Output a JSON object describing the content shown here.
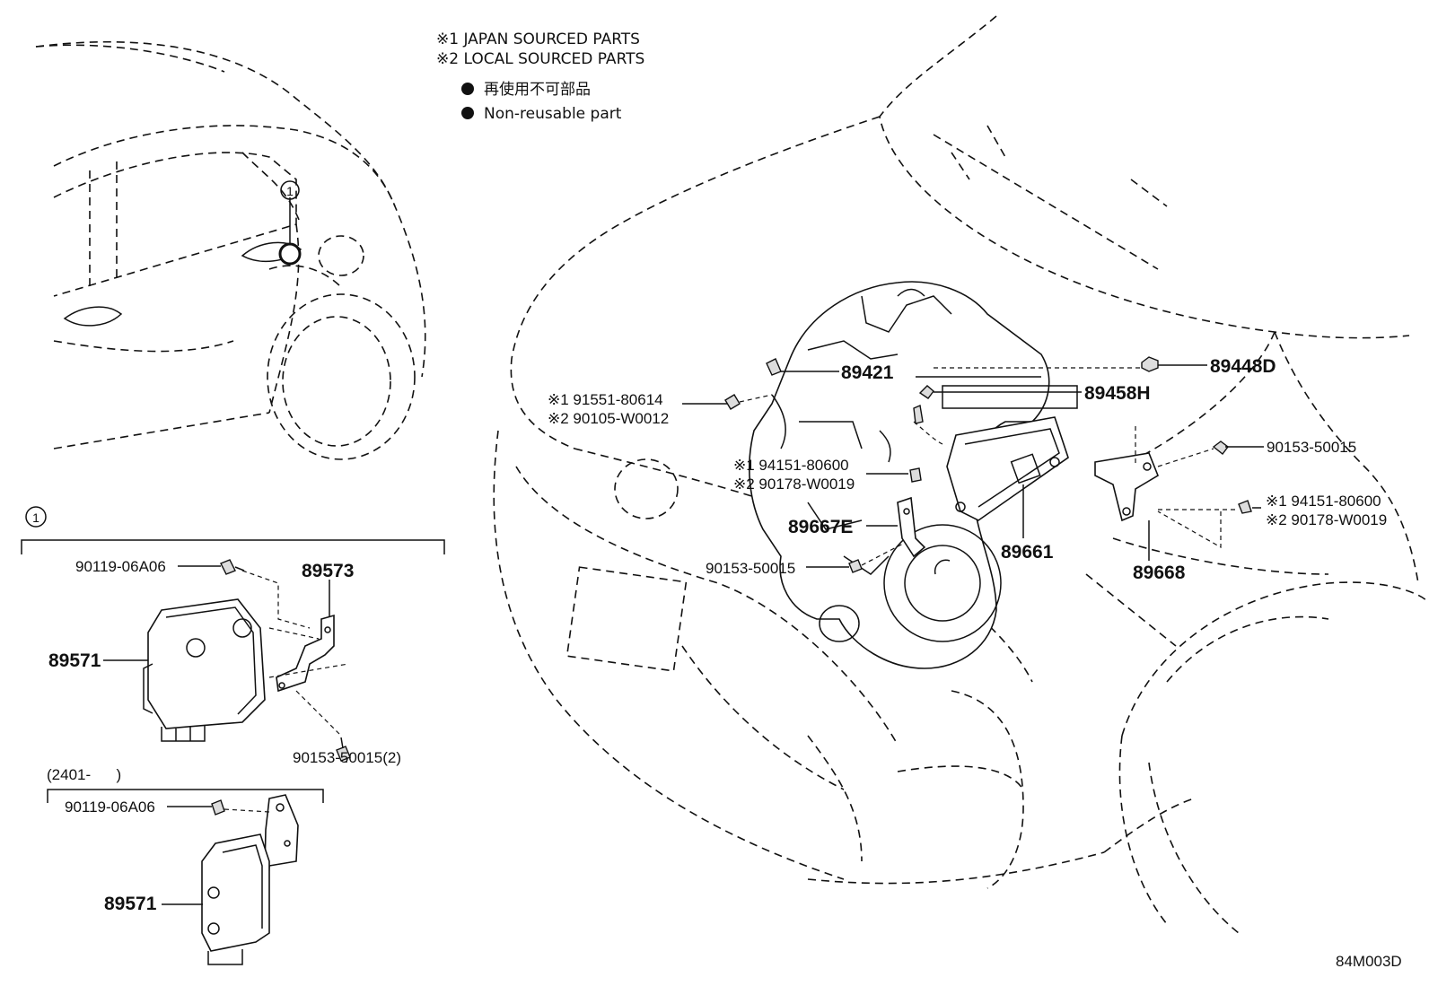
{
  "legend": {
    "note1": "※1 JAPAN SOURCED PARTS",
    "note2": "※2 LOCAL SOURCED PARTS",
    "nonreusable_jp": "再使用不可部品",
    "nonreusable_en": "Non-reusable part"
  },
  "callout": {
    "ref": "1"
  },
  "detail_ref": "1",
  "date_range": "(2401-      )",
  "parts": {
    "p89421": "89421",
    "p89448D": "89448D",
    "p89458H": "89458H",
    "p91551": "※1 91551-80614",
    "p90105": "※2 90105-W0012",
    "p94151a": "※1 94151-80600",
    "p90178a": "※2 90178-W0019",
    "p89667E": "89667E",
    "p90153b": "90153-50015",
    "p89661": "89661",
    "p90153a": "90153-50015",
    "p94151b": "※1 94151-80600",
    "p90178b": "※2 90178-W0019",
    "p89668": "89668",
    "p90119a": "90119-06A06",
    "p89573": "89573",
    "p89571a": "89571",
    "p90153c": "90153-50015(2)",
    "p90119b": "90119-06A06",
    "p89571b": "89571"
  },
  "figure_code": "84M003D"
}
